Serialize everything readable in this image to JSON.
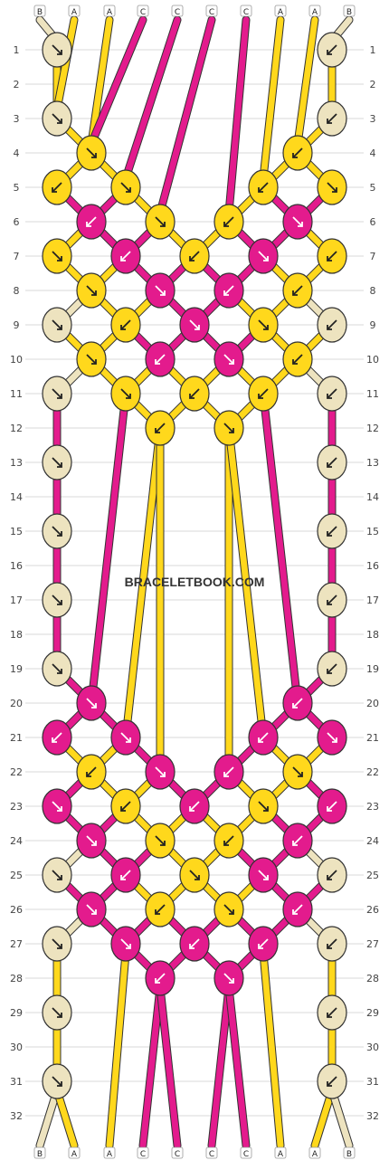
{
  "top_strings": [
    "B",
    "A",
    "A",
    "C",
    "C",
    "C",
    "C",
    "A",
    "A",
    "B"
  ],
  "bottom_strings": [
    "B",
    "A",
    "A",
    "C",
    "C",
    "C",
    "C",
    "A",
    "A",
    "B"
  ],
  "row_count": 32,
  "watermark": "BRACELETBOOK.COM",
  "colors": {
    "A": "#ffd81c",
    "B": "#ede3bf",
    "C": "#e31b8d",
    "knot_outline": "#333333",
    "arrow": "#222222",
    "background": "#ffffff",
    "row_line": "#d8d8d8"
  },
  "arrow_legend": {
    "f": "forward knot (arrow down-right)",
    "b": "backward knot (arrow down-left)"
  },
  "knots": [
    {
      "row": 1,
      "col": 0,
      "color": "B",
      "dir": "f"
    },
    {
      "row": 1,
      "col": 8,
      "color": "B",
      "dir": "b"
    },
    {
      "row": 3,
      "col": 0,
      "color": "B",
      "dir": "f"
    },
    {
      "row": 3,
      "col": 8,
      "color": "B",
      "dir": "b"
    },
    {
      "row": 4,
      "col": 1,
      "color": "A",
      "dir": "f"
    },
    {
      "row": 4,
      "col": 7,
      "color": "A",
      "dir": "b"
    },
    {
      "row": 5,
      "col": 0,
      "color": "A",
      "dir": "b"
    },
    {
      "row": 5,
      "col": 2,
      "color": "A",
      "dir": "f"
    },
    {
      "row": 5,
      "col": 6,
      "color": "A",
      "dir": "b"
    },
    {
      "row": 5,
      "col": 8,
      "color": "A",
      "dir": "f"
    },
    {
      "row": 6,
      "col": 1,
      "color": "C",
      "dir": "b"
    },
    {
      "row": 6,
      "col": 3,
      "color": "A",
      "dir": "f"
    },
    {
      "row": 6,
      "col": 5,
      "color": "A",
      "dir": "b"
    },
    {
      "row": 6,
      "col": 7,
      "color": "C",
      "dir": "f"
    },
    {
      "row": 7,
      "col": 0,
      "color": "A",
      "dir": "f"
    },
    {
      "row": 7,
      "col": 2,
      "color": "C",
      "dir": "b"
    },
    {
      "row": 7,
      "col": 4,
      "color": "A",
      "dir": "b"
    },
    {
      "row": 7,
      "col": 6,
      "color": "C",
      "dir": "f"
    },
    {
      "row": 7,
      "col": 8,
      "color": "A",
      "dir": "b"
    },
    {
      "row": 8,
      "col": 1,
      "color": "A",
      "dir": "f"
    },
    {
      "row": 8,
      "col": 3,
      "color": "C",
      "dir": "f"
    },
    {
      "row": 8,
      "col": 5,
      "color": "C",
      "dir": "b"
    },
    {
      "row": 8,
      "col": 7,
      "color": "A",
      "dir": "b"
    },
    {
      "row": 9,
      "col": 0,
      "color": "B",
      "dir": "f"
    },
    {
      "row": 9,
      "col": 2,
      "color": "A",
      "dir": "b"
    },
    {
      "row": 9,
      "col": 4,
      "color": "C",
      "dir": "f"
    },
    {
      "row": 9,
      "col": 6,
      "color": "A",
      "dir": "f"
    },
    {
      "row": 9,
      "col": 8,
      "color": "B",
      "dir": "b"
    },
    {
      "row": 10,
      "col": 1,
      "color": "A",
      "dir": "f"
    },
    {
      "row": 10,
      "col": 3,
      "color": "C",
      "dir": "b"
    },
    {
      "row": 10,
      "col": 5,
      "color": "C",
      "dir": "f"
    },
    {
      "row": 10,
      "col": 7,
      "color": "A",
      "dir": "b"
    },
    {
      "row": 11,
      "col": 0,
      "color": "B",
      "dir": "f"
    },
    {
      "row": 11,
      "col": 2,
      "color": "A",
      "dir": "f"
    },
    {
      "row": 11,
      "col": 4,
      "color": "A",
      "dir": "b"
    },
    {
      "row": 11,
      "col": 6,
      "color": "A",
      "dir": "b"
    },
    {
      "row": 11,
      "col": 8,
      "color": "B",
      "dir": "b"
    },
    {
      "row": 12,
      "col": 3,
      "color": "A",
      "dir": "b"
    },
    {
      "row": 12,
      "col": 5,
      "color": "A",
      "dir": "f"
    },
    {
      "row": 13,
      "col": 0,
      "color": "B",
      "dir": "f"
    },
    {
      "row": 13,
      "col": 8,
      "color": "B",
      "dir": "b"
    },
    {
      "row": 15,
      "col": 0,
      "color": "B",
      "dir": "f"
    },
    {
      "row": 15,
      "col": 8,
      "color": "B",
      "dir": "b"
    },
    {
      "row": 17,
      "col": 0,
      "color": "B",
      "dir": "f"
    },
    {
      "row": 17,
      "col": 8,
      "color": "B",
      "dir": "b"
    },
    {
      "row": 19,
      "col": 0,
      "color": "B",
      "dir": "f"
    },
    {
      "row": 19,
      "col": 8,
      "color": "B",
      "dir": "b"
    },
    {
      "row": 20,
      "col": 1,
      "color": "C",
      "dir": "f"
    },
    {
      "row": 20,
      "col": 7,
      "color": "C",
      "dir": "b"
    },
    {
      "row": 21,
      "col": 0,
      "color": "C",
      "dir": "b"
    },
    {
      "row": 21,
      "col": 2,
      "color": "C",
      "dir": "f"
    },
    {
      "row": 21,
      "col": 6,
      "color": "C",
      "dir": "b"
    },
    {
      "row": 21,
      "col": 8,
      "color": "C",
      "dir": "f"
    },
    {
      "row": 22,
      "col": 1,
      "color": "A",
      "dir": "b"
    },
    {
      "row": 22,
      "col": 3,
      "color": "C",
      "dir": "f"
    },
    {
      "row": 22,
      "col": 5,
      "color": "C",
      "dir": "b"
    },
    {
      "row": 22,
      "col": 7,
      "color": "A",
      "dir": "f"
    },
    {
      "row": 23,
      "col": 0,
      "color": "C",
      "dir": "f"
    },
    {
      "row": 23,
      "col": 2,
      "color": "A",
      "dir": "b"
    },
    {
      "row": 23,
      "col": 4,
      "color": "C",
      "dir": "b"
    },
    {
      "row": 23,
      "col": 6,
      "color": "A",
      "dir": "f"
    },
    {
      "row": 23,
      "col": 8,
      "color": "C",
      "dir": "b"
    },
    {
      "row": 24,
      "col": 1,
      "color": "C",
      "dir": "f"
    },
    {
      "row": 24,
      "col": 3,
      "color": "A",
      "dir": "f"
    },
    {
      "row": 24,
      "col": 5,
      "color": "A",
      "dir": "b"
    },
    {
      "row": 24,
      "col": 7,
      "color": "C",
      "dir": "b"
    },
    {
      "row": 25,
      "col": 0,
      "color": "B",
      "dir": "f"
    },
    {
      "row": 25,
      "col": 2,
      "color": "C",
      "dir": "b"
    },
    {
      "row": 25,
      "col": 4,
      "color": "A",
      "dir": "f"
    },
    {
      "row": 25,
      "col": 6,
      "color": "C",
      "dir": "f"
    },
    {
      "row": 25,
      "col": 8,
      "color": "B",
      "dir": "b"
    },
    {
      "row": 26,
      "col": 1,
      "color": "C",
      "dir": "f"
    },
    {
      "row": 26,
      "col": 3,
      "color": "A",
      "dir": "b"
    },
    {
      "row": 26,
      "col": 5,
      "color": "A",
      "dir": "f"
    },
    {
      "row": 26,
      "col": 7,
      "color": "C",
      "dir": "b"
    },
    {
      "row": 27,
      "col": 0,
      "color": "B",
      "dir": "f"
    },
    {
      "row": 27,
      "col": 2,
      "color": "C",
      "dir": "f"
    },
    {
      "row": 27,
      "col": 4,
      "color": "C",
      "dir": "b"
    },
    {
      "row": 27,
      "col": 6,
      "color": "C",
      "dir": "b"
    },
    {
      "row": 27,
      "col": 8,
      "color": "B",
      "dir": "b"
    },
    {
      "row": 28,
      "col": 3,
      "color": "C",
      "dir": "b"
    },
    {
      "row": 28,
      "col": 5,
      "color": "C",
      "dir": "f"
    },
    {
      "row": 29,
      "col": 0,
      "color": "B",
      "dir": "f"
    },
    {
      "row": 29,
      "col": 8,
      "color": "B",
      "dir": "b"
    },
    {
      "row": 31,
      "col": 0,
      "color": "B",
      "dir": "f"
    },
    {
      "row": 31,
      "col": 8,
      "color": "B",
      "dir": "b"
    }
  ],
  "vertical_runs": [
    {
      "col": 0,
      "from": 1,
      "to": 3,
      "color": "A"
    },
    {
      "col": 8,
      "from": 1,
      "to": 3,
      "color": "A"
    },
    {
      "col": 0,
      "from": 11,
      "to": 19,
      "color": "C"
    },
    {
      "col": 8,
      "from": 11,
      "to": 19,
      "color": "C"
    },
    {
      "col": 0,
      "from": 27,
      "to": 31,
      "color": "A"
    },
    {
      "col": 8,
      "from": 27,
      "to": 31,
      "color": "A"
    }
  ],
  "long_runs": [
    {
      "from": [
        2,
        11
      ],
      "to": [
        1,
        20
      ],
      "color": "C"
    },
    {
      "from": [
        6,
        11
      ],
      "to": [
        7,
        20
      ],
      "color": "C"
    },
    {
      "from": [
        3,
        12
      ],
      "to": [
        2,
        21
      ],
      "color": "A"
    },
    {
      "from": [
        3,
        12
      ],
      "to": [
        3,
        22
      ],
      "color": "A"
    },
    {
      "from": [
        5,
        12
      ],
      "to": [
        5,
        22
      ],
      "color": "A"
    },
    {
      "from": [
        5,
        12
      ],
      "to": [
        6,
        21
      ],
      "color": "A"
    }
  ]
}
